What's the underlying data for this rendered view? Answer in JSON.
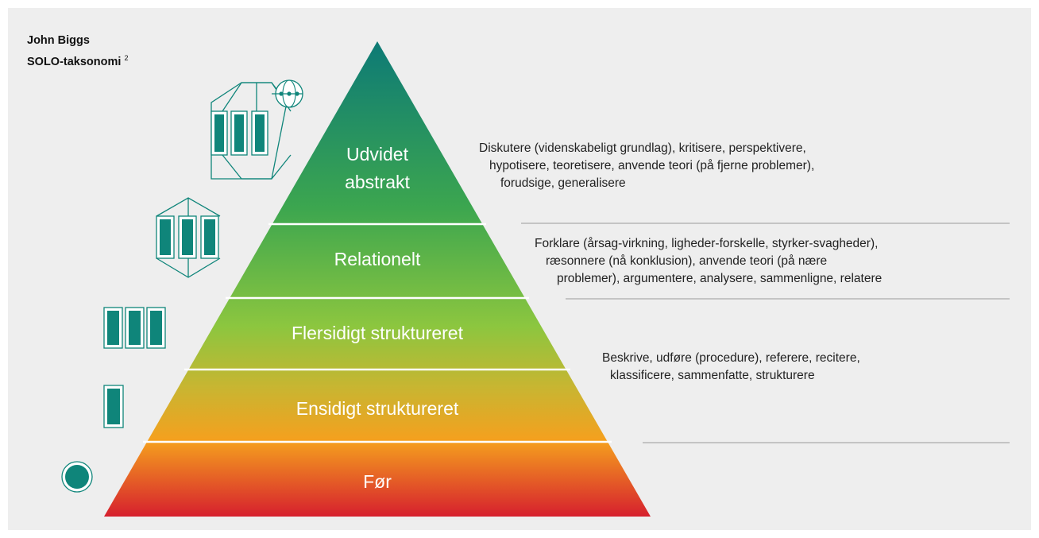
{
  "title": {
    "line1": "John Biggs",
    "line2": "SOLO-taksonomi",
    "superscript": "2"
  },
  "levels": [
    {
      "id": "udvidet",
      "lines": [
        "Udvidet",
        "abstrakt"
      ]
    },
    {
      "id": "relationelt",
      "lines": [
        "Relationelt"
      ]
    },
    {
      "id": "flersidigt",
      "lines": [
        "Flersidigt struktureret"
      ]
    },
    {
      "id": "ensidigt",
      "lines": [
        "Ensidigt struktureret"
      ]
    },
    {
      "id": "for",
      "lines": [
        "Før"
      ]
    }
  ],
  "descriptions": [
    {
      "level": "udvidet",
      "lines": [
        "Diskutere (videnskabeligt grundlag), kritisere, perspektivere,",
        "hypotisere, teoretisere, anvende teori (på fjerne problemer),",
        "forudsige, generalisere"
      ]
    },
    {
      "level": "relationelt",
      "lines": [
        "Forklare (årsag-virkning, ligheder-forskelle, styrker-svagheder),",
        "ræsonnere (nå konklusion), anvende teori (på nære",
        "problemer), argumentere, analysere, sammenligne, relatere"
      ]
    },
    {
      "level": "flersidigt",
      "lines": [
        "Beskrive, udføre (procedure), referere, recitere,",
        "klassificere, sammenfatte, strukturere"
      ]
    }
  ],
  "colors": {
    "panel": "#eeeeee",
    "teal_icon": "#0f857a",
    "gradient_top": "#0d7a76",
    "gradient_green": "#6fbe44",
    "gradient_orange": "#f5a01e",
    "gradient_bottom": "#d6202e",
    "separator": "#aaaaaa"
  }
}
